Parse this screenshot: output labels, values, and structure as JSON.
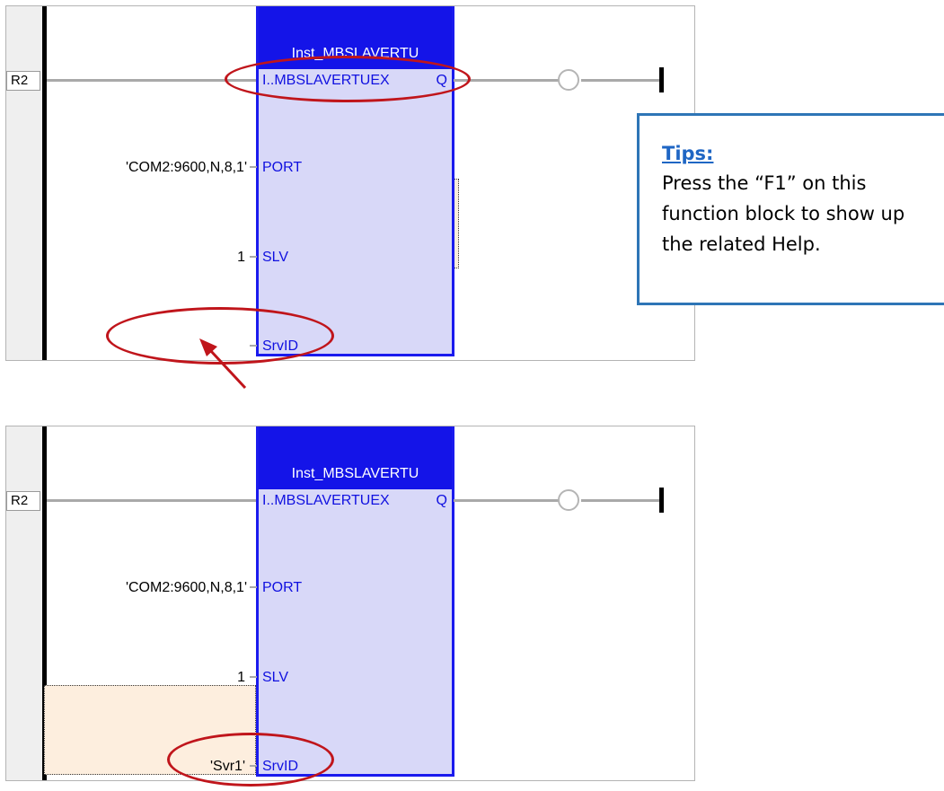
{
  "panels": [
    {
      "rung_label": "R2",
      "block_title": "Inst_MBSLAVERTU",
      "block_type": "I..MBSLAVERTUEX",
      "output_pin": "Q",
      "pins": {
        "port": "PORT",
        "slv": "SLV",
        "srvid": "SrvID"
      },
      "params": {
        "port": "'COM2:9600,N,8,1'",
        "slv": "1",
        "srvid": ""
      }
    },
    {
      "rung_label": "R2",
      "block_title": "Inst_MBSLAVERTU",
      "block_type": "I..MBSLAVERTUEX",
      "output_pin": "Q",
      "pins": {
        "port": "PORT",
        "slv": "SLV",
        "srvid": "SrvID"
      },
      "params": {
        "port": "'COM2:9600,N,8,1'",
        "slv": "1",
        "srvid": "'Svr1'"
      }
    }
  ],
  "tips": {
    "title": "Tips:",
    "body": "Press the “F1” on this function block to show up the related Help."
  },
  "colors": {
    "block_header": "#1414e8",
    "block_body": "#d8d8f8",
    "highlight": "#fdeede",
    "annotation": "#c0151b",
    "tips_border": "#2e75b6"
  }
}
